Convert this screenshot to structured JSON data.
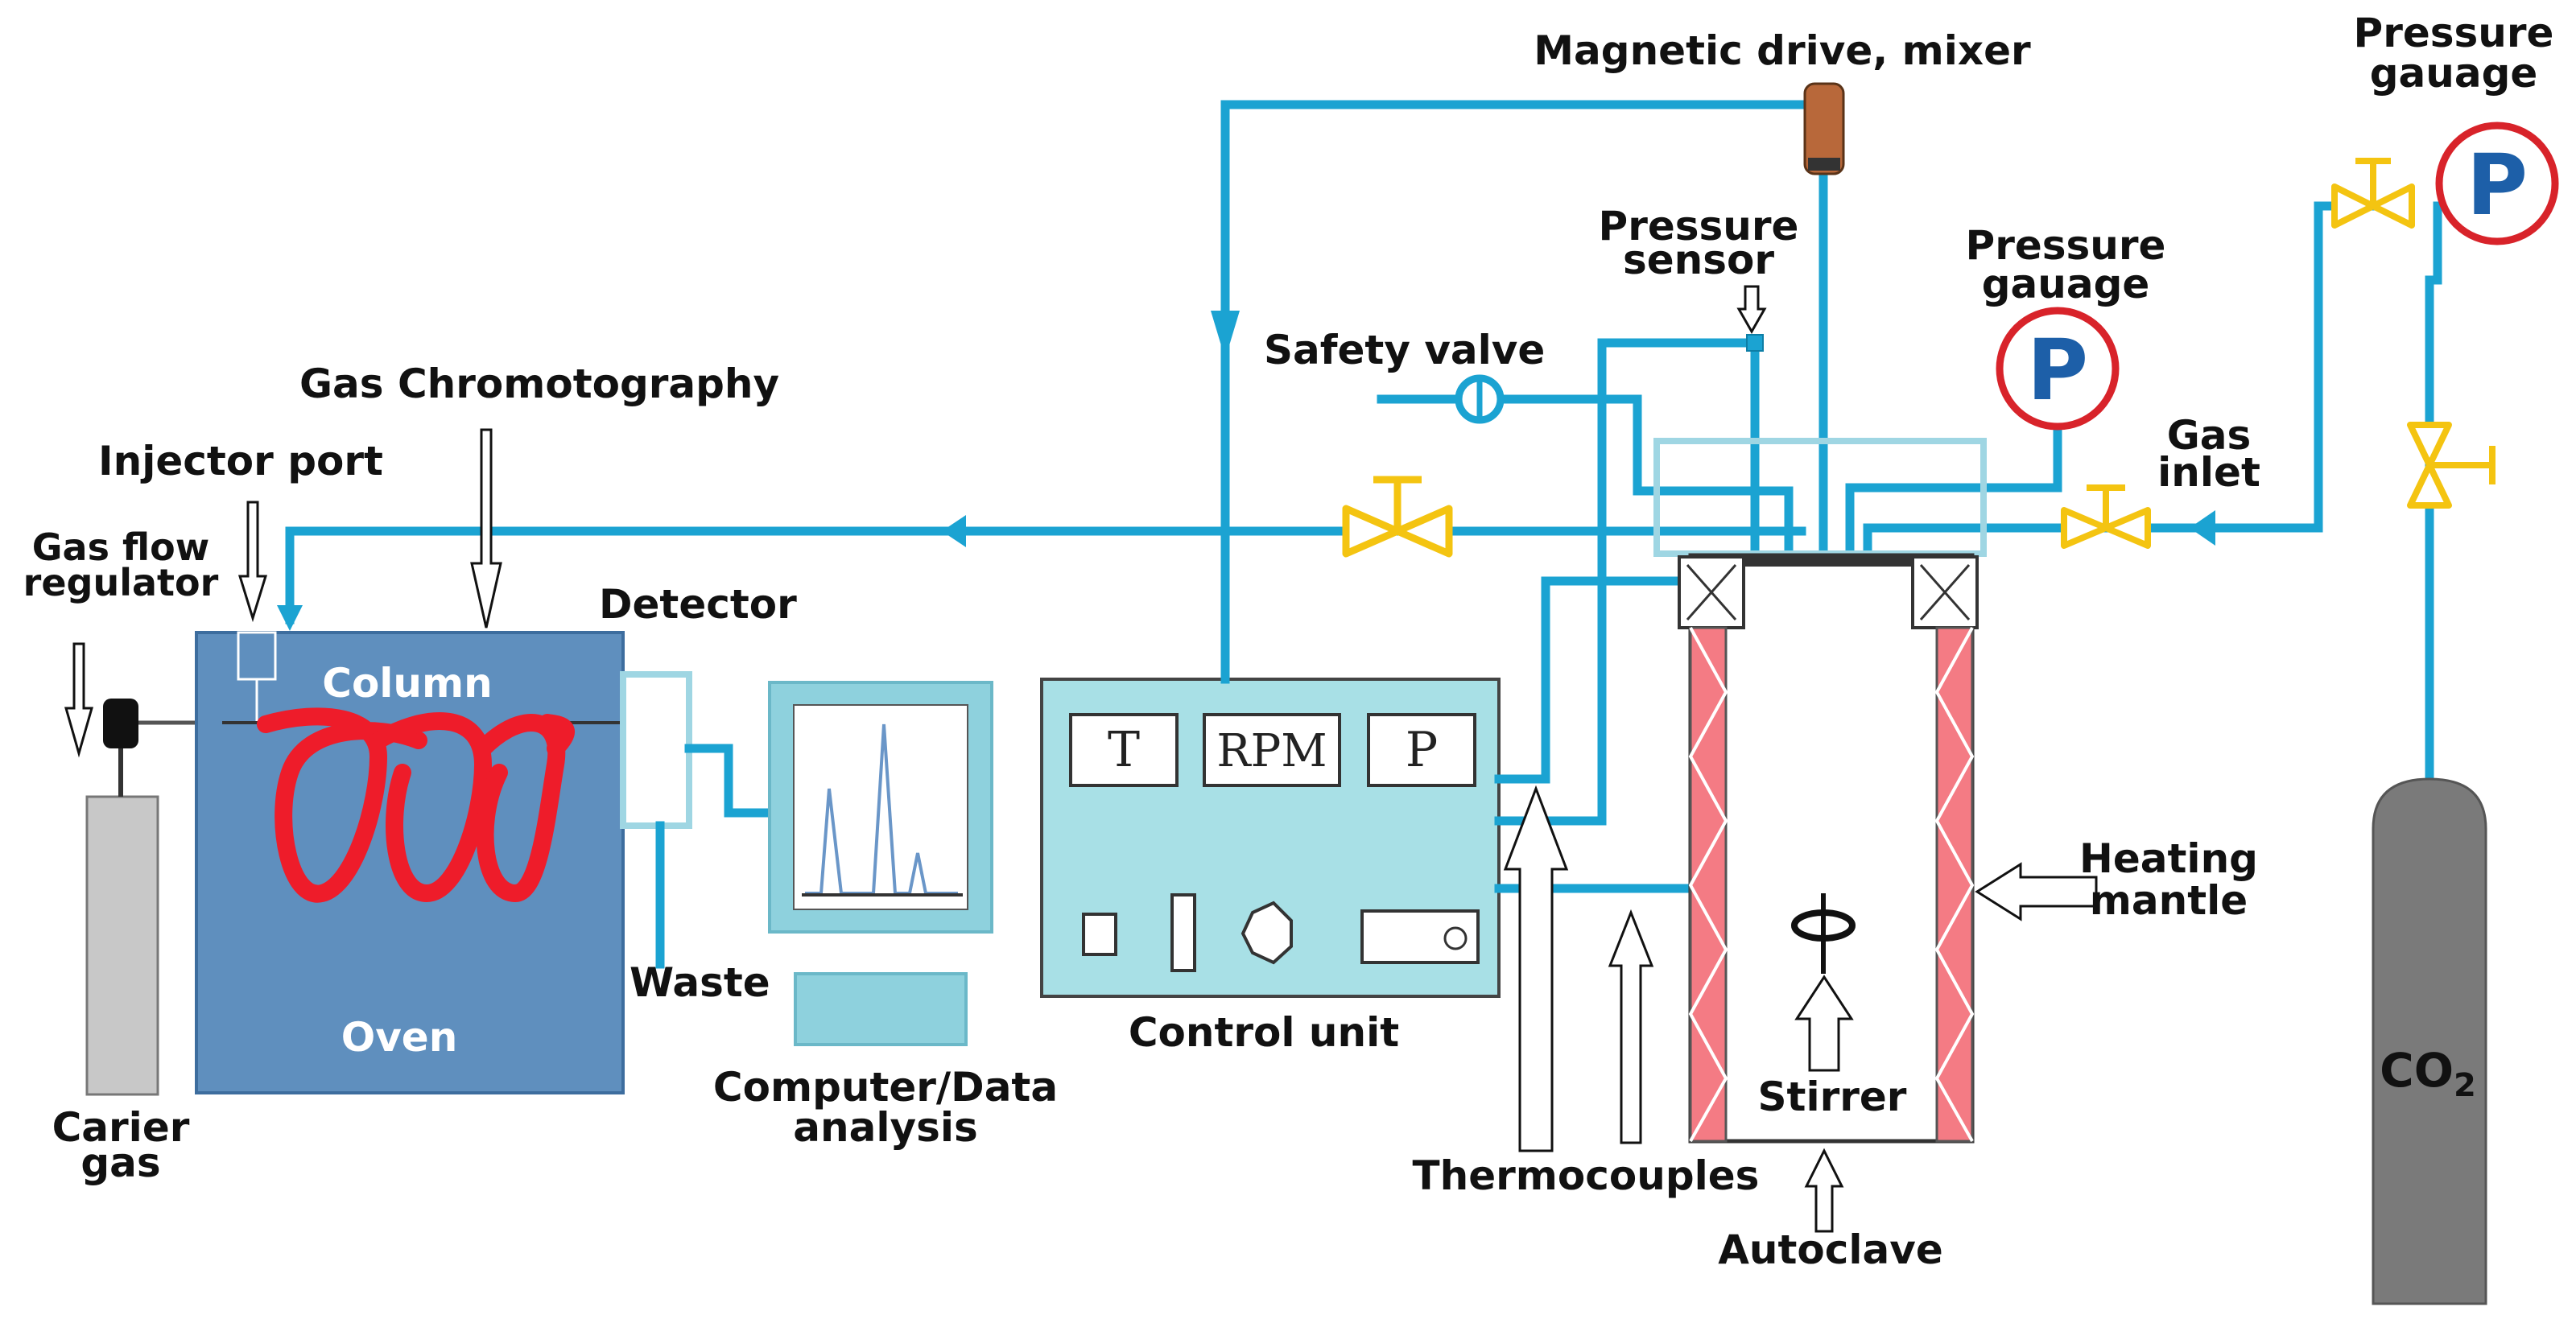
{
  "colors": {
    "pipe": "#1ba3d2",
    "pipe_light": "#9fd6e3",
    "oven": "#5f8fbe",
    "coil": "#ee1c2a",
    "valve": "#f4c411",
    "gauge_ring": "#d8232a",
    "gauge_letter": "#1d5fa8",
    "control_panel": "#a8e0e6",
    "monitor": "#8ed1dd",
    "co2_cylinder": "#7a7a7a",
    "carrier_cylinder": "#c8c8c8",
    "heating_mantle": "#f47b84"
  },
  "labels": {
    "magnetic_drive": "Magnetic drive, mixer",
    "pressure_gauge_top_1": "Pressure",
    "pressure_gauge_top_2": "gauage",
    "pressure_sensor_1": "Pressure",
    "pressure_sensor_2": "sensor",
    "pressure_gauge_mid_1": "Pressure",
    "pressure_gauge_mid_2": "gauage",
    "safety_valve": "Safety valve",
    "gas_chromatography": "Gas Chromotography",
    "gas_inlet_1": "Gas",
    "gas_inlet_2": "inlet",
    "injector_port": "Injector port",
    "gas_flow_regulator_1": "Gas flow",
    "gas_flow_regulator_2": "regulator",
    "detector": "Detector",
    "column": "Column",
    "oven": "Oven",
    "waste": "Waste",
    "carrier_gas_1": "Carier",
    "carrier_gas_2": "gas",
    "computer_1": "Computer/Data",
    "computer_2": "analysis",
    "control_unit": "Control unit",
    "heating_mantle_1": "Heating",
    "heating_mantle_2": "mantle",
    "stirrer": "Stirrer",
    "thermocouples": "Thermocouples",
    "autoclave": "Autoclave",
    "co2": "CO",
    "co2_sub": "2"
  },
  "control_panel": {
    "display_t": "T",
    "display_rpm": "RPM",
    "display_p": "P"
  },
  "gauge_letter": "P"
}
